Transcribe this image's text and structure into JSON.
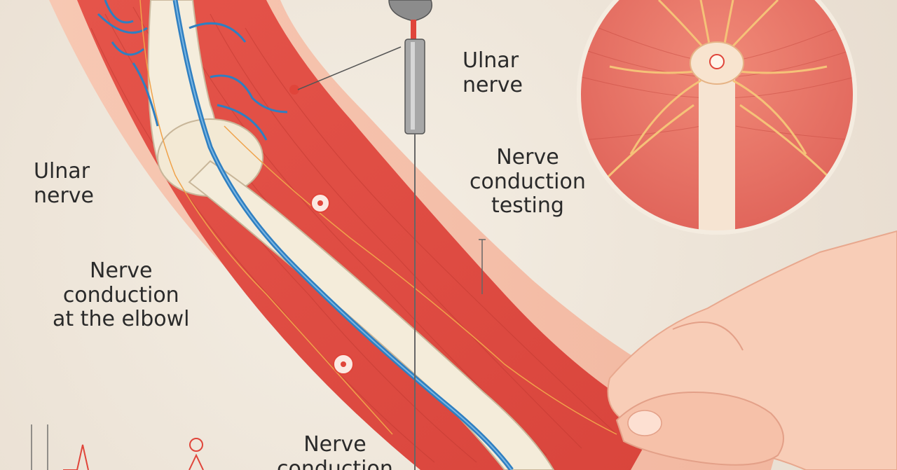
{
  "labels": {
    "ulnar_nerve_top": "Ulnar\nnerve",
    "ulnar_nerve_left": "Ulnar\nnerve",
    "nerve_conduction_testing": "Nerve\nconduction\ntesting",
    "nerve_conduction_elbow": "Nerve\nconduction\nat the elbowl",
    "nerve_conduction_bottom": "Nerve\nconduction"
  },
  "colors": {
    "background": "#eee6da",
    "muscle": "#e2574c",
    "skin": "#f6c2ad",
    "bone": "#f3ead8",
    "nerve": "#2f7fc1",
    "accent": "#e0453a"
  }
}
